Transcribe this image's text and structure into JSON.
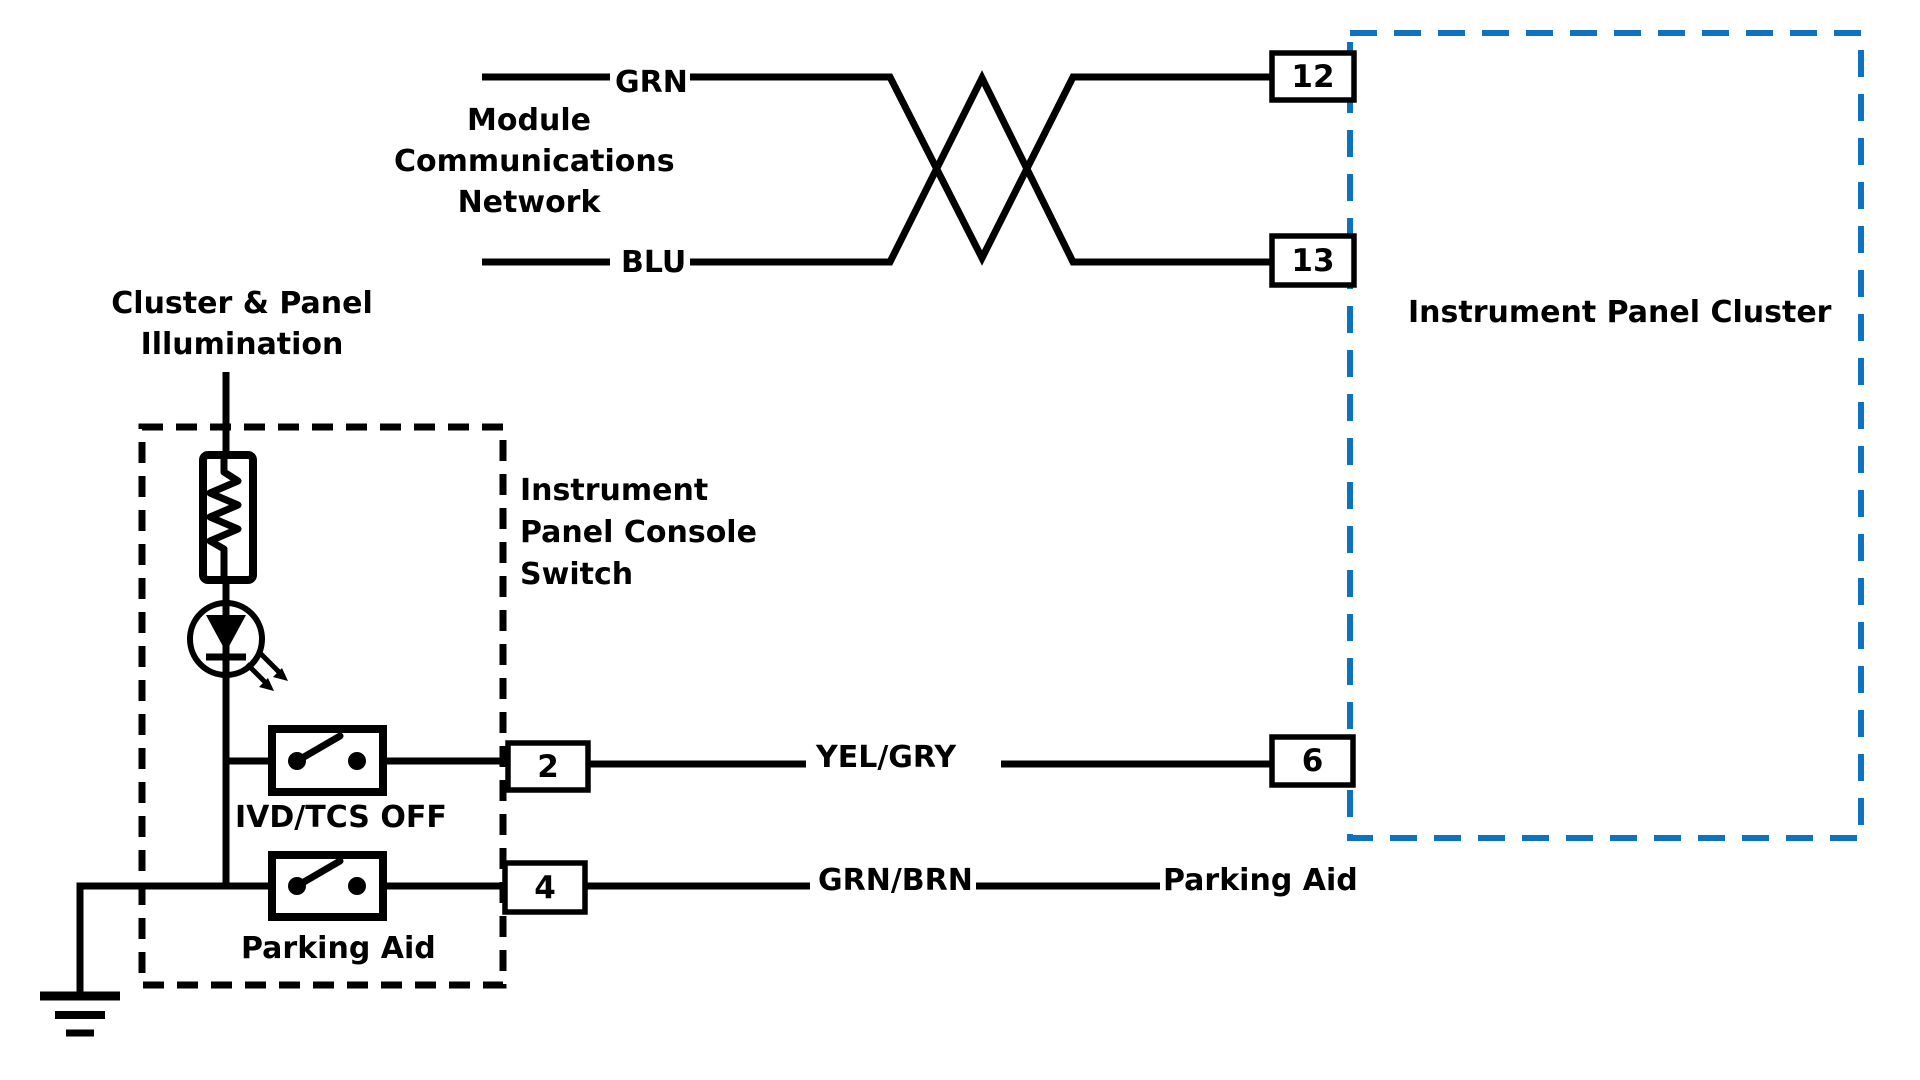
{
  "colors": {
    "wire": "#000000",
    "cluster_border": "#0d72c0",
    "background": "#ffffff"
  },
  "module_network": {
    "line1": "Module",
    "line2": "Communications",
    "line3": "Network"
  },
  "wires": {
    "network_top_color": "GRN",
    "network_bottom_color": "BLU",
    "switch1_wire_color": "YEL/GRY",
    "switch2_wire_color": "GRN/BRN",
    "switch2_destination": "Parking Aid"
  },
  "cluster": {
    "title": "Instrument Panel Cluster",
    "pin_network_top": "12",
    "pin_network_bottom": "13",
    "pin_yel_gry": "6"
  },
  "console_switch": {
    "title_line1": "Instrument",
    "title_line2": "Panel Console",
    "title_line3": "Switch",
    "pin_switch1": "2",
    "pin_switch2": "4",
    "switch1_label": "IVD/TCS OFF",
    "switch2_label": "Parking Aid"
  },
  "illumination": {
    "line1": "Cluster & Panel",
    "line2": "Illumination"
  },
  "symbols": [
    "resistor",
    "led",
    "switch-normally-open",
    "ground",
    "twisted-pair-crossover"
  ]
}
